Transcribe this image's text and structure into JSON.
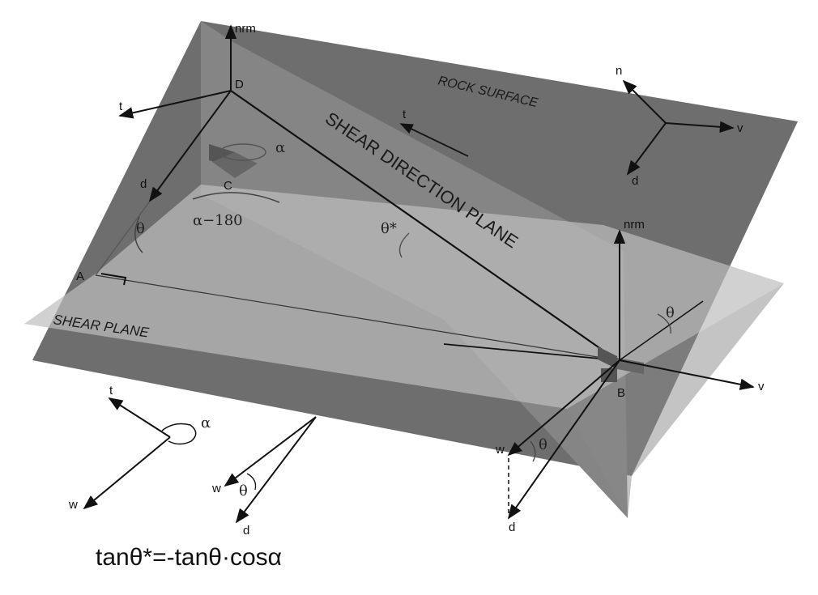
{
  "labels": {
    "rock_surface": "ROCK SURFACE",
    "shear_direction_plane": "SHEAR DIRECTION PLANE",
    "shear_plane": "SHEAR PLANE",
    "point_d": "D",
    "point_c": "C",
    "point_a": "A",
    "point_b": "B",
    "nrm_top": "nrm",
    "nrm_b": "nrm",
    "t_left": "t",
    "d_left": "d",
    "t_surface": "t",
    "n_surface": "n",
    "v_surface": "v",
    "d_surface": "d",
    "v_b": "v",
    "w_b": "w",
    "d_b": "d",
    "theta_b": "θ",
    "theta_right": "θ",
    "theta_left": "θ",
    "theta_star": "θ*",
    "alpha_c": "α",
    "alpha_minus_180": "α−180",
    "inset_t": "t",
    "inset_w": "w",
    "inset_alpha": "α",
    "inset2_w": "w",
    "inset2_d": "d",
    "inset2_theta": "θ"
  },
  "formula": {
    "text": "tanθ*=-tanθ·cosα"
  }
}
